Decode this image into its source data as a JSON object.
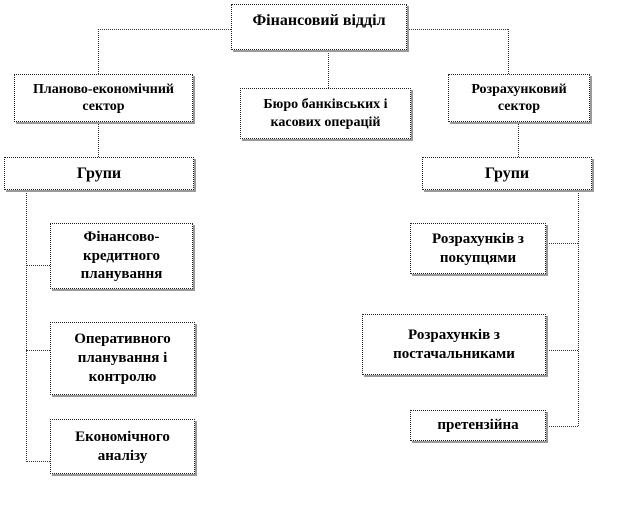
{
  "root": {
    "label": "Фінансовий відділ"
  },
  "departments": [
    {
      "label": "Планово-економічний сектор"
    },
    {
      "label": "Бюро банківських і касових операцій"
    },
    {
      "label": "Розрахунковий сектор"
    }
  ],
  "left_groups": {
    "header": "Групи",
    "items": [
      {
        "label": "Фінансово-кредитного планування"
      },
      {
        "label": "Оперативного планування і контролю"
      },
      {
        "label": "Економічного аналізу"
      }
    ]
  },
  "right_groups": {
    "header": "Групи",
    "items": [
      {
        "label": "Розрахунків з покупцями"
      },
      {
        "label": "Розрахунків з постачальниками"
      },
      {
        "label": "претензійна"
      }
    ]
  }
}
